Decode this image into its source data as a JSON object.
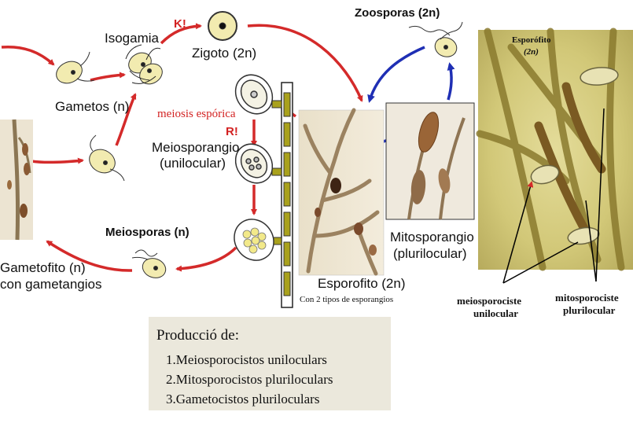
{
  "labels": {
    "isogamia": "Isogamia",
    "k": "K!",
    "zigoto": "Zigoto (2n)",
    "zoosporas": "Zoosporas (2n)",
    "gametos": "Gametos (n)",
    "meiosis": "meiosis espórica",
    "r": "R!",
    "meiosporangio_1": "Meiosporangio",
    "meiosporangio_2": "(unilocular)",
    "meiosporas": "Meiosporas (n)",
    "gametofito_1": "Gametofito (n)",
    "gametofito_2": "con gametangios",
    "mitosporangio_1": "Mitosporangio",
    "mitosporangio_2": "(plurilocular)",
    "esporofito": "Esporofito (2n)",
    "dos_tipos": "Con 2 tipos de esporangios"
  },
  "photo": {
    "title": "Esporófito",
    "ploidy": "(2n)",
    "meio_1": "meiosporociste",
    "meio_2": "unilocular",
    "mito_1": "mitosporociste",
    "mito_2": "plurilocular"
  },
  "box": {
    "title": "Producció de:",
    "items": [
      "1.Meiosporocistos uniloculars",
      "2.Mitosporocistos pluriloculars",
      "3.Gametocistos pluriloculars"
    ]
  },
  "colors": {
    "red_arrow": "#d42a2a",
    "blue_arrow": "#1f2fb4",
    "cell": "#f2ebb0",
    "thallus_cell": "#a9a11c",
    "box_bg": "#ebe8dc"
  }
}
